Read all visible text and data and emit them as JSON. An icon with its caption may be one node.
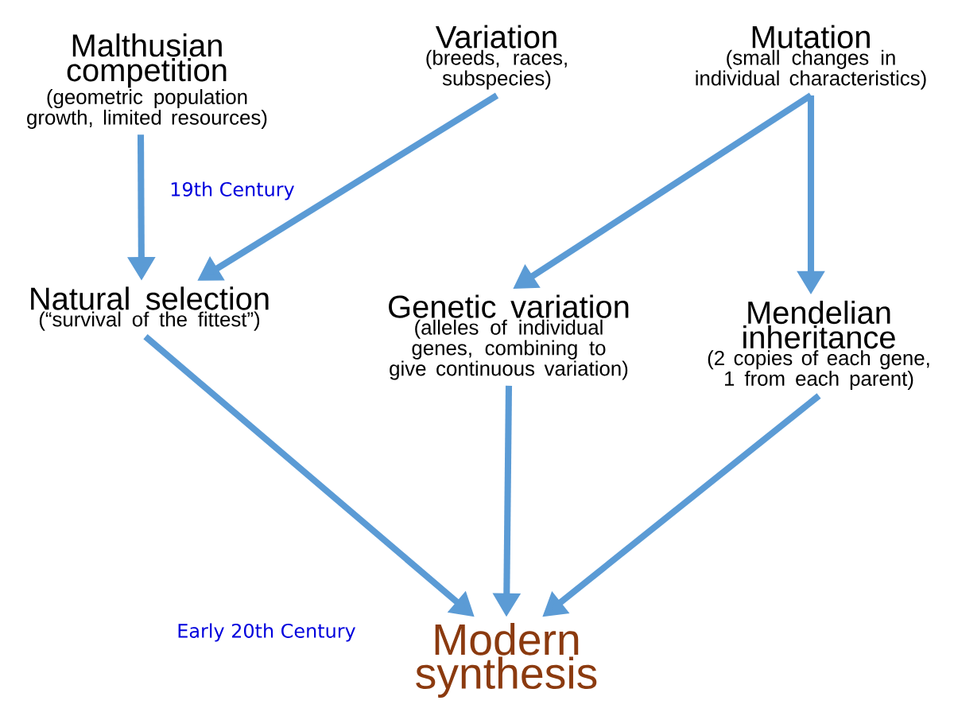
{
  "diagram": {
    "nodes": [
      {
        "text": [
          "Malthusian competition",
          "(geometric population growth, limited resources)"
        ]
      },
      {
        "text": [
          "Variation",
          "(breeds, races, subspecies)"
        ]
      },
      {
        "text": [
          "Mutation",
          "(small changes in individual characteristics)"
        ]
      },
      {
        "text": [
          "Natural selection",
          "(“survival of the fittest”)"
        ]
      },
      {
        "text": [
          "Genetic variation",
          "(alleles of individual genes, combining to give continuous variation)"
        ]
      },
      {
        "text": [
          "Mendelian inheritance",
          "(2 copies of each gene, 1 from each parent)"
        ]
      },
      {
        "text": [
          "Modern synthesis"
        ]
      }
    ],
    "edges": [
      {
        "from": 0,
        "to": 3,
        "arrow": "to"
      },
      {
        "from": 1,
        "to": 3,
        "arrow": "to"
      },
      {
        "from": 2,
        "to": 4,
        "arrow": "to"
      },
      {
        "from": 2,
        "to": 5,
        "arrow": "to"
      },
      {
        "from": 3,
        "to": 6,
        "arrow": "to"
      },
      {
        "from": 4,
        "to": 6,
        "arrow": "to"
      },
      {
        "from": 5,
        "to": 6,
        "arrow": "to"
      }
    ],
    "labels": [
      "19th Century",
      "Early 20th Century"
    ]
  }
}
